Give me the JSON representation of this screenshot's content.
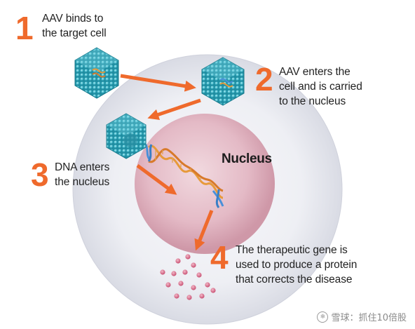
{
  "steps": [
    {
      "number": "1",
      "lines": [
        "AAV binds to",
        "the target cell"
      ]
    },
    {
      "number": "2",
      "lines": [
        "AAV enters the",
        "cell and is carried",
        "to the nucleus"
      ]
    },
    {
      "number": "3",
      "lines": [
        "DNA enters",
        "the nucleus"
      ]
    },
    {
      "number": "4",
      "lines": [
        "The therapeutic gene is",
        "used to produce a protein",
        "that corrects the disease"
      ]
    }
  ],
  "nucleus_label": "Nucleus",
  "watermark": "雪球：抓住10倍股",
  "colors": {
    "accent_orange": "#ef6a2c",
    "capsid_teal": "#2aa3b7",
    "cell_gray": "#e6e7ee",
    "nucleus_pink": "#dfb0be",
    "dna_orange": "#e79a3a",
    "dna_blue": "#4a90d9",
    "protein_pink": "#d45a7a"
  },
  "icons": {
    "capsid": "aav-capsid-icon",
    "dna": "dna-helix-icon",
    "protein": "protein-dot-icon"
  }
}
